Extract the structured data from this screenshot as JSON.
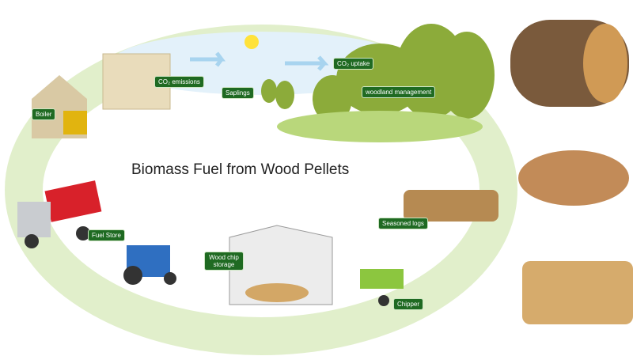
{
  "title": "Biomass Fuel from Wood Pellets",
  "stages": {
    "boiler": "Boiler",
    "co2_emissions": "CO₂ emissions",
    "saplings": "Saplings",
    "co2_uptake": "CO₂ uptake",
    "woodland": "woodland management",
    "logs": "Seasoned logs",
    "chipper": "Chipper",
    "storage": "Wood chip storage",
    "fuel_store": "Fuel Store"
  },
  "colors": {
    "ring": "#dfeec8",
    "label": "#1f6a22",
    "tree": "#8cab3a",
    "sky": "#d8ecf7"
  }
}
